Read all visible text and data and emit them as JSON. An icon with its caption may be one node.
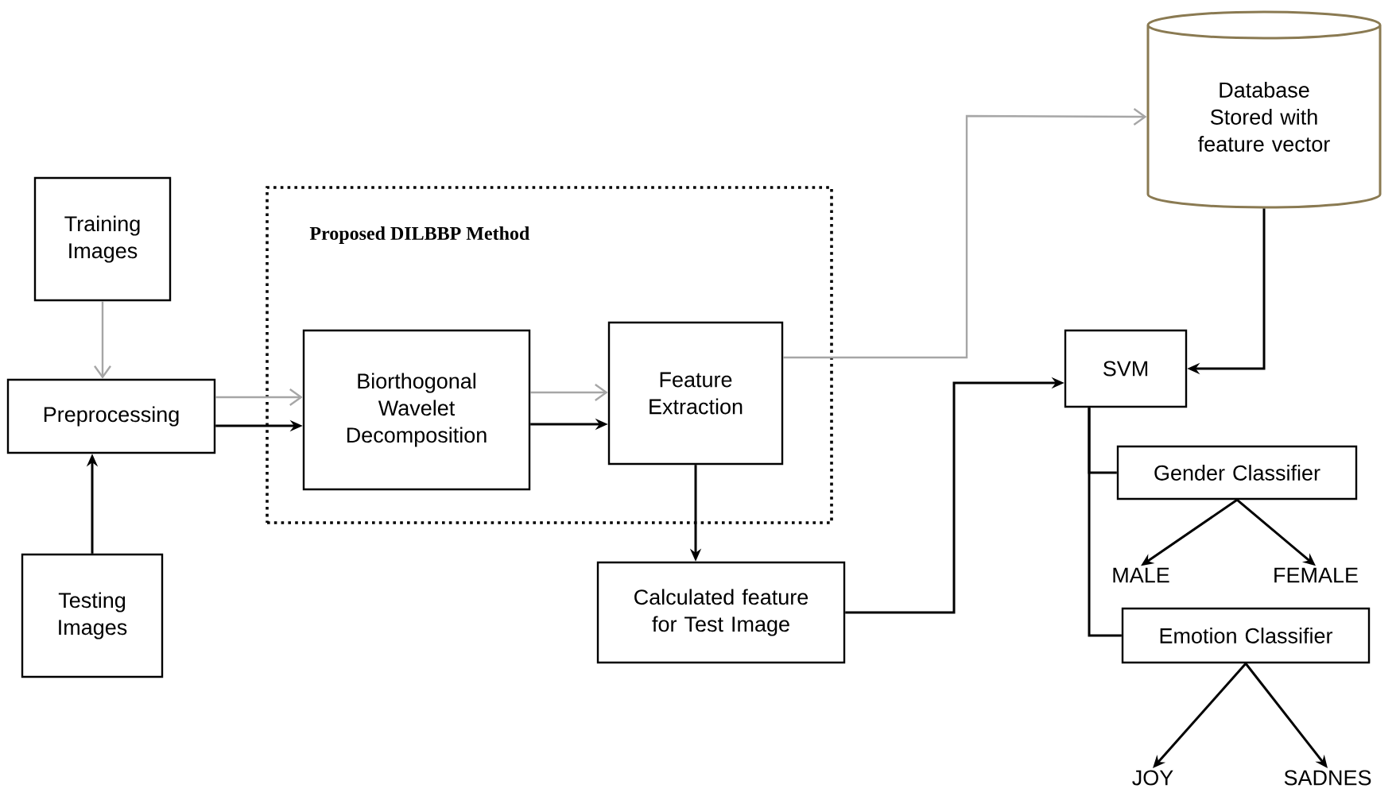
{
  "diagram": {
    "nodes": [
      {
        "text": [
          "Training Images"
        ]
      },
      {
        "text": [
          "Preprocessing"
        ]
      },
      {
        "text": [
          "Testing Images"
        ]
      },
      {
        "text": [
          "Proposed DILBBP Method"
        ]
      },
      {
        "text": [
          "Biorthogonal Wavelet Decomposition"
        ],
        "in": 3
      },
      {
        "text": [
          "Feature Extraction"
        ],
        "in": 3
      },
      {
        "text": [
          "Calculated feature for Test Image"
        ]
      },
      {
        "text": [
          "Database Stored with feature vector"
        ]
      },
      {
        "text": [
          "SVM"
        ]
      },
      {
        "text": [
          "Gender Classifier"
        ]
      },
      {
        "text": [
          "MALE"
        ]
      },
      {
        "text": [
          "FEMALE"
        ]
      },
      {
        "text": [
          "Emotion Classifier"
        ]
      },
      {
        "text": [
          "JOY"
        ]
      },
      {
        "text": [
          "SADNES"
        ]
      }
    ],
    "edges": [
      {
        "from": 0,
        "to": 1,
        "arrow": "to",
        "color": "#a6a6a6"
      },
      {
        "from": 2,
        "to": 1,
        "arrow": "to"
      },
      {
        "from": 1,
        "to": 4,
        "arrow": "to",
        "color": "#a6a6a6"
      },
      {
        "from": 1,
        "to": 4,
        "arrow": "to"
      },
      {
        "from": 4,
        "to": 5,
        "arrow": "to",
        "color": "#a6a6a6"
      },
      {
        "from": 4,
        "to": 5,
        "arrow": "to"
      },
      {
        "from": 5,
        "to": 7,
        "arrow": "to",
        "color": "#a6a6a6"
      },
      {
        "from": 5,
        "to": 6,
        "arrow": "to"
      },
      {
        "from": 6,
        "to": 8,
        "arrow": "to"
      },
      {
        "from": 7,
        "to": 8,
        "arrow": "to"
      },
      {
        "from": 8,
        "to": 9,
        "arrow": "none"
      },
      {
        "from": 8,
        "to": 12,
        "arrow": "none"
      },
      {
        "from": 9,
        "to": 10,
        "arrow": "to"
      },
      {
        "from": 9,
        "to": 11,
        "arrow": "to"
      },
      {
        "from": 12,
        "to": 13,
        "arrow": "to"
      },
      {
        "from": 12,
        "to": 14,
        "arrow": "to"
      }
    ]
  }
}
